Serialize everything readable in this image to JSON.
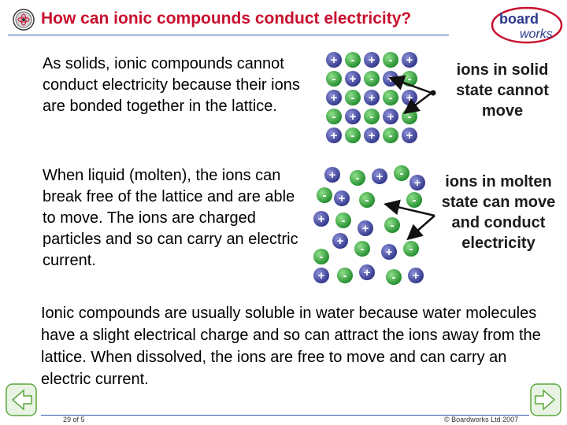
{
  "header": {
    "title": "How can ionic compounds conduct electricity?",
    "logo_text_top": "board",
    "logo_text_bottom": "works"
  },
  "content": {
    "para1": "As solids, ionic compounds cannot conduct electricity because their ions are bonded together in the lattice.",
    "para2": "When liquid (molten), the ions can break free of the lattice and are able to move. The ions are charged particles and so can carry an electric current.",
    "para3": "Ionic compounds are usually soluble in water because water molecules have a slight electrical charge and so can attract the ions away from the lattice. When dissolved, the ions are free to move and can carry an electric current.",
    "callout_solid": "ions in solid state cannot move",
    "callout_molten": "ions in molten state can move and conduct electricity"
  },
  "footer": {
    "page": "29 of 5",
    "copyright": "© Boardworks Ltd 2007"
  },
  "icons": {
    "nav_prev": "left-arrow-icon",
    "nav_next": "right-arrow-icon",
    "title_icon": "atom-badge-icon"
  },
  "colors": {
    "title": "#c8102e",
    "accent_blue": "#2e5aa8",
    "positive_ion": "#4a4fa8",
    "negative_ion": "#3cb34a",
    "nav_green": "#5aa83c"
  }
}
